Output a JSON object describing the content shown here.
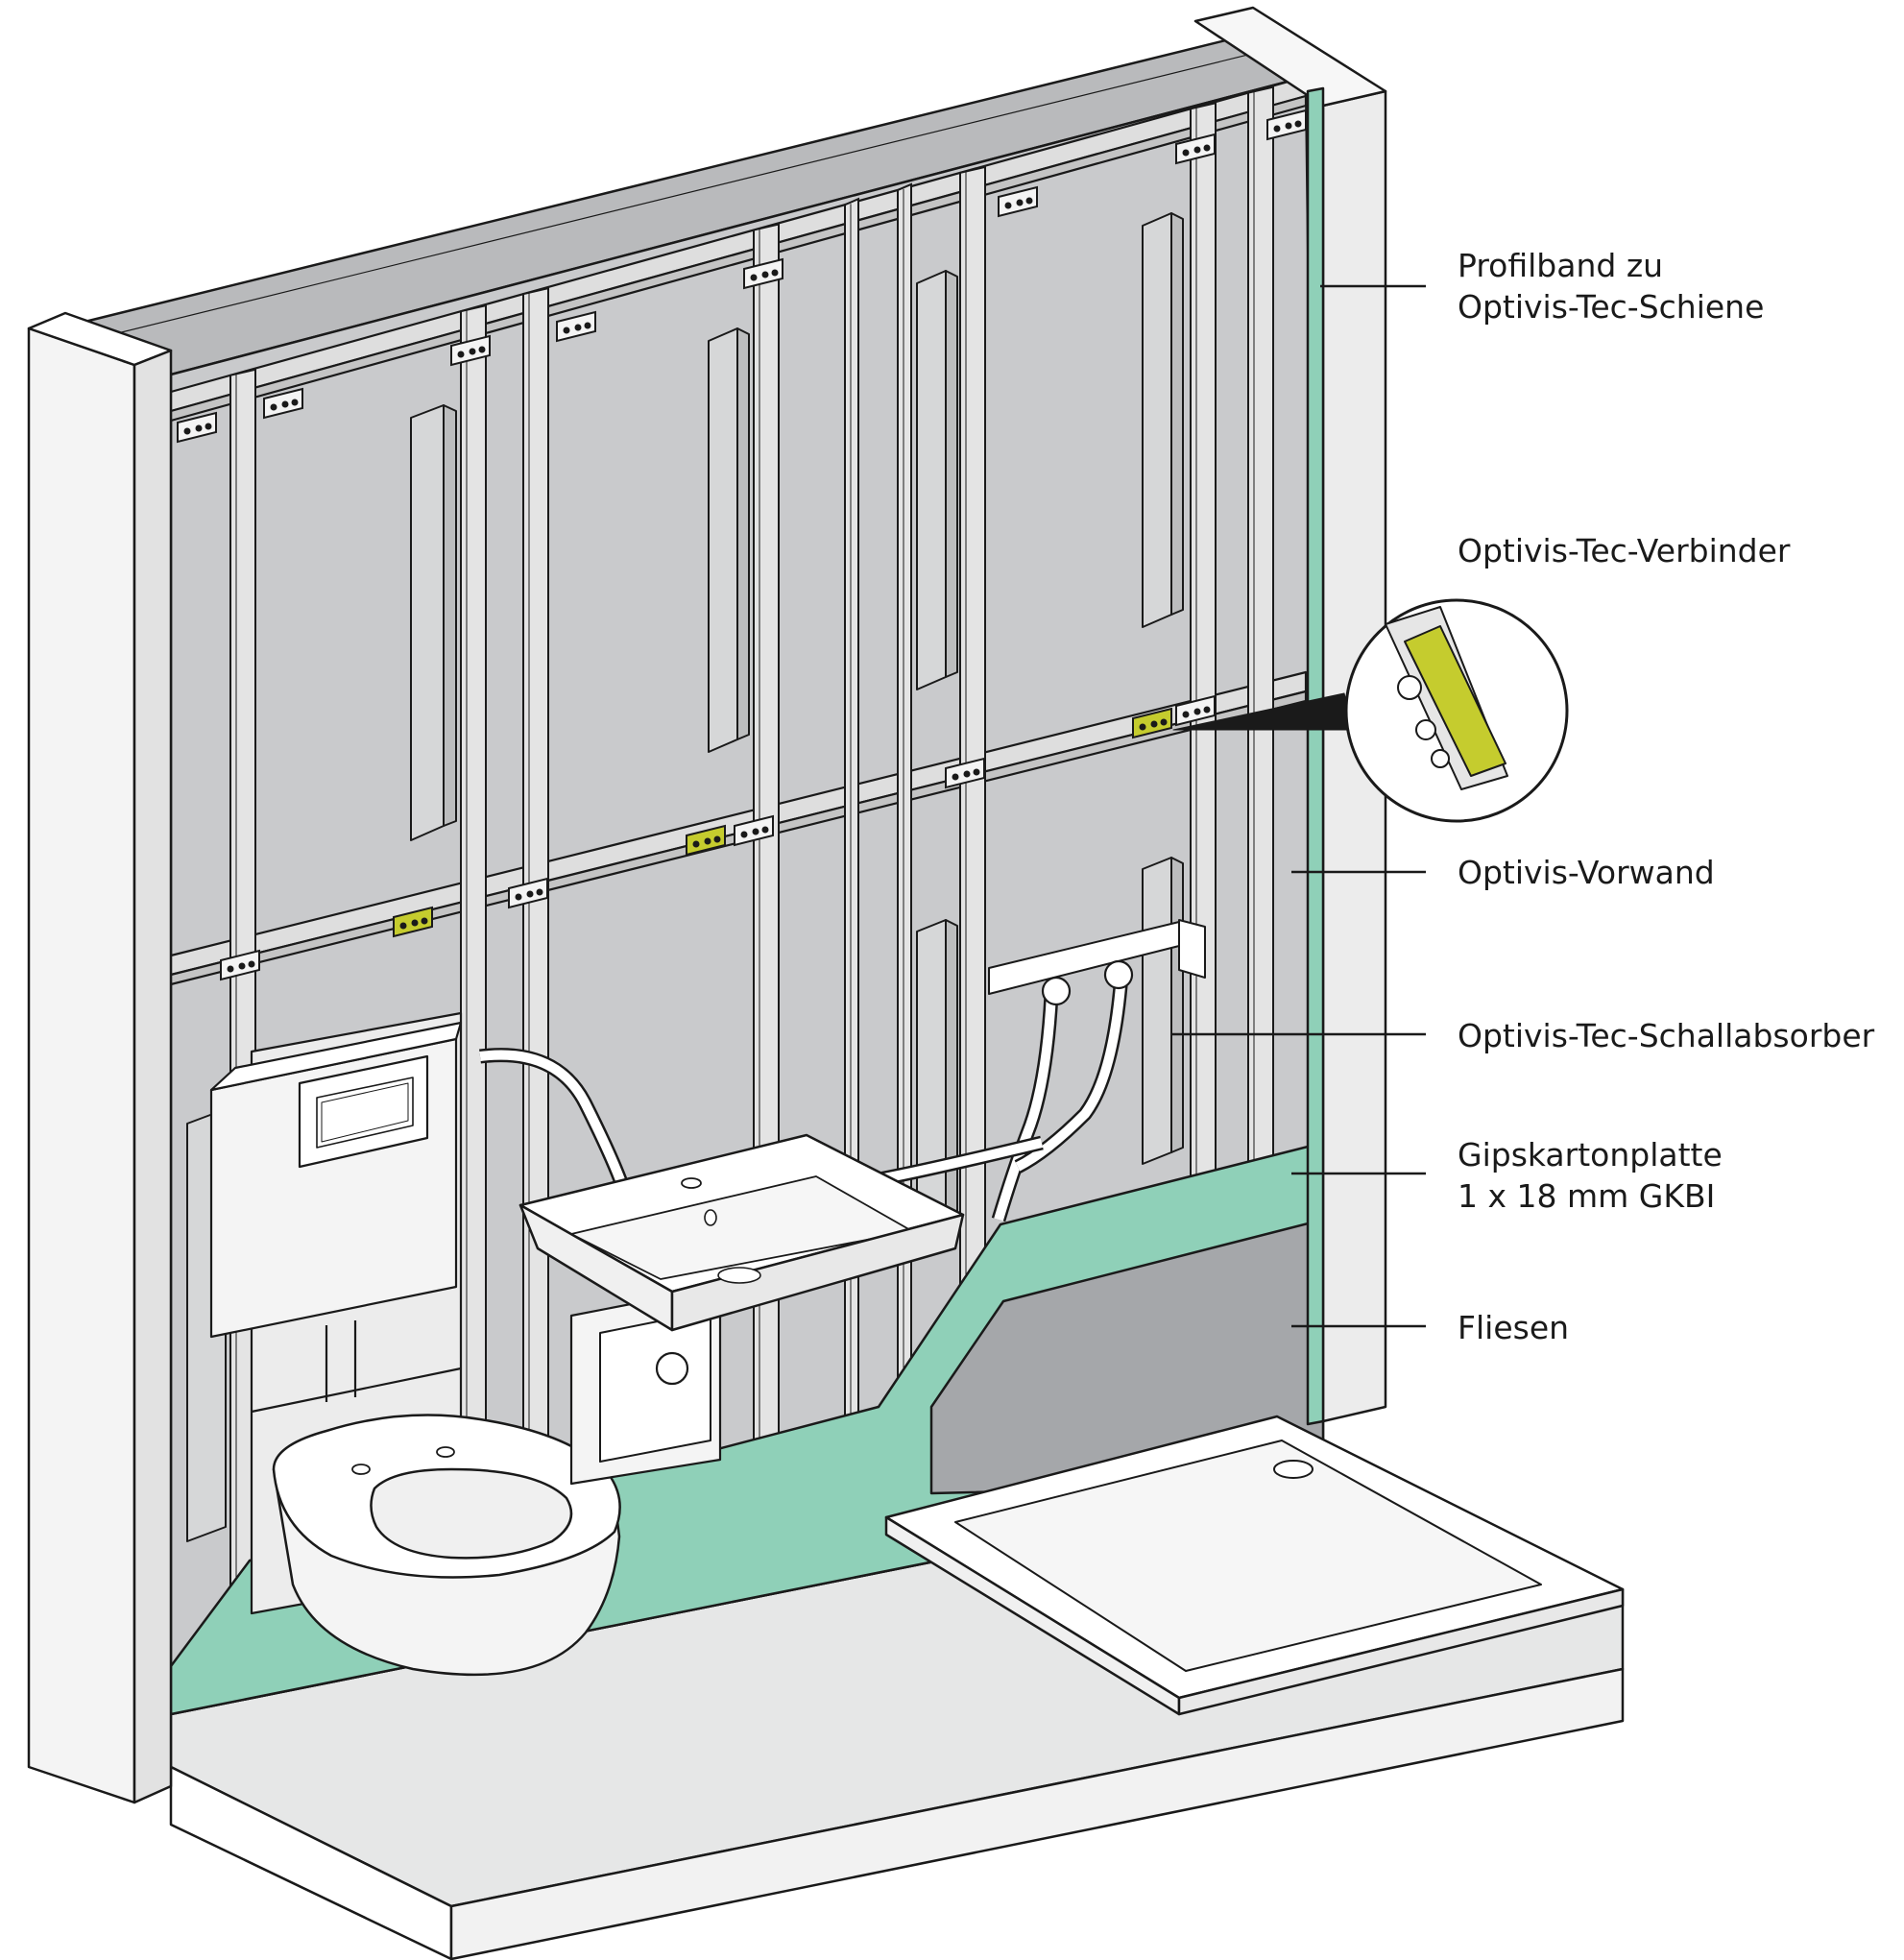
{
  "labels": {
    "profilband_line1": "Profilband zu",
    "profilband_line2": "Optivis-Tec-Schiene",
    "verbinder": "Optivis-Tec-Verbinder",
    "vorwand": "Optivis-Vorwand",
    "schallabsorber": "Optivis-Tec-Schallabsorber",
    "gipskarton_line1": "Gipskartonplatte",
    "gipskarton_line2": "1 x 18 mm GKBI",
    "fliesen": "Fliesen"
  },
  "colors": {
    "line": "#1a1a1a",
    "wall_back": "#c9cacc",
    "wall_top": "#b9babc",
    "frame": "#ececec",
    "profile": "#dedede",
    "absorber": "#d6d7d8",
    "gypsum": "#8fd0b8",
    "tiles": "#a5a7aa",
    "floor": "#e6e7e7",
    "accent": "#c5cc2e",
    "white": "#ffffff"
  }
}
